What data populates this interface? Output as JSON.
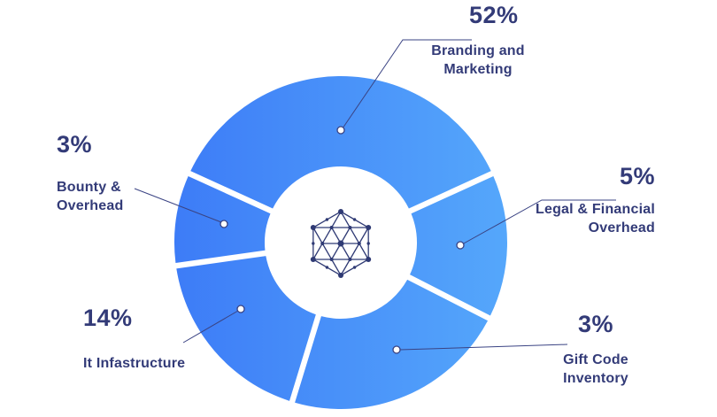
{
  "chart_data": {
    "type": "pie",
    "style": "donut",
    "unit": "%",
    "title": "",
    "legend_position": "callouts",
    "slices": [
      {
        "label": "Branding and Marketing",
        "display_label": "Branding and\nMarketing",
        "pct": "52%",
        "value": 52
      },
      {
        "label": "Legal & Financial Overhead",
        "display_label": "Legal & Financial\nOverhead",
        "pct": "5%",
        "value": 5
      },
      {
        "label": "Gift Code Inventory",
        "display_label": "Gift Code\nInventory",
        "pct": "3%",
        "value": 3
      },
      {
        "label": "It Infastructure",
        "display_label": "It Infastructure",
        "pct": "14%",
        "value": 14
      },
      {
        "label": "Bounty & Overhead",
        "display_label": "Bounty &\nOverhead",
        "pct": "3%",
        "value": 3
      }
    ],
    "display_angles": [
      [
        294.5,
        425.5
      ],
      [
        65.5,
        117
      ],
      [
        117,
        197
      ],
      [
        197,
        262
      ],
      [
        262,
        294.5
      ]
    ],
    "colors": {
      "gradient_start": "#3d7cf7",
      "gradient_end": "#55a7fb",
      "text": "#333b78",
      "leader_line": "#3a4383",
      "center_icon": "#2f3a74",
      "background": "#ffffff"
    },
    "center_icon": "hexagon-network-logo"
  }
}
